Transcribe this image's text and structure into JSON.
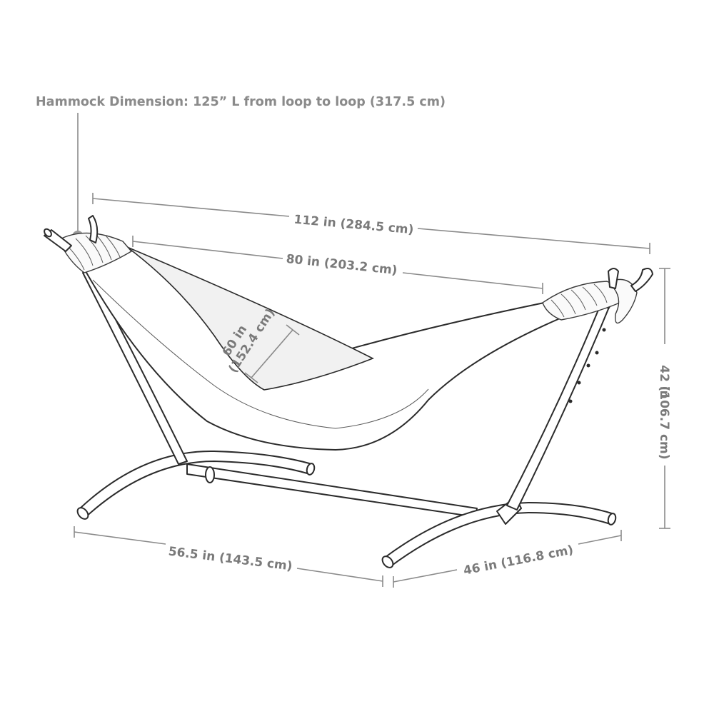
{
  "title": "Hammock Dimension: 125” L from loop to loop (317.5 cm)",
  "dimensions": {
    "overall_length": "112 in (284.5 cm)",
    "bed_length": "80 in (203.2 cm)",
    "bed_width_in": "60 in",
    "bed_width_cm": "(152.4 cm)",
    "height_in": "42 in",
    "height_cm": "(106.7 cm)",
    "base_length": "56.5 in (143.5 cm)",
    "base_width": "46 in (116.8 cm)"
  },
  "colors": {
    "annotation": "#8a8a8a",
    "outline": "#2b2b2b",
    "marker": "#999999"
  }
}
